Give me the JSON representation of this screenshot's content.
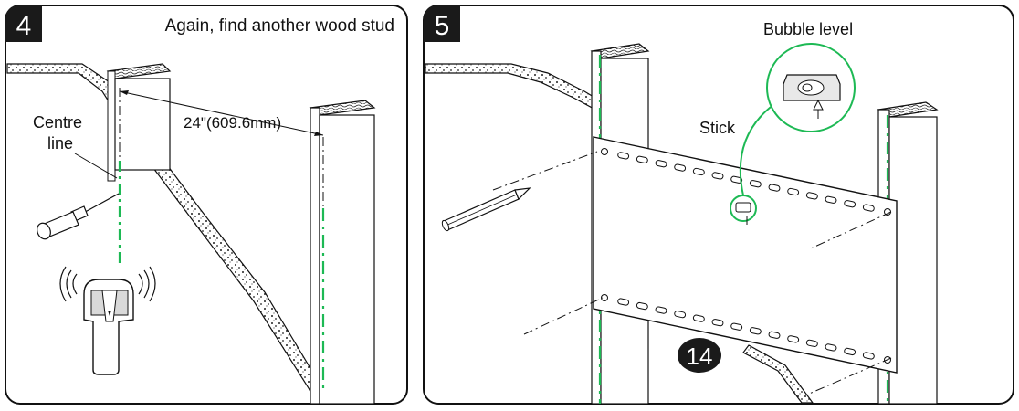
{
  "panels": [
    {
      "step": "4",
      "title": "Again, find another wood stud",
      "centre_label_line1": "Centre",
      "centre_label_line2": "line",
      "spacing_label": "24\"(609.6mm)"
    },
    {
      "step": "5",
      "bubble_level_label": "Bubble level",
      "stick_label": "Stick",
      "page_number": "14"
    }
  ],
  "colors": {
    "ink": "#111111",
    "guide_green": "#1db954",
    "badge_bg": "#1a1a1a",
    "badge_text": "#ffffff"
  },
  "icons": [
    "stud-finder-icon",
    "awl-icon",
    "pencil-icon",
    "bubble-level-icon"
  ]
}
